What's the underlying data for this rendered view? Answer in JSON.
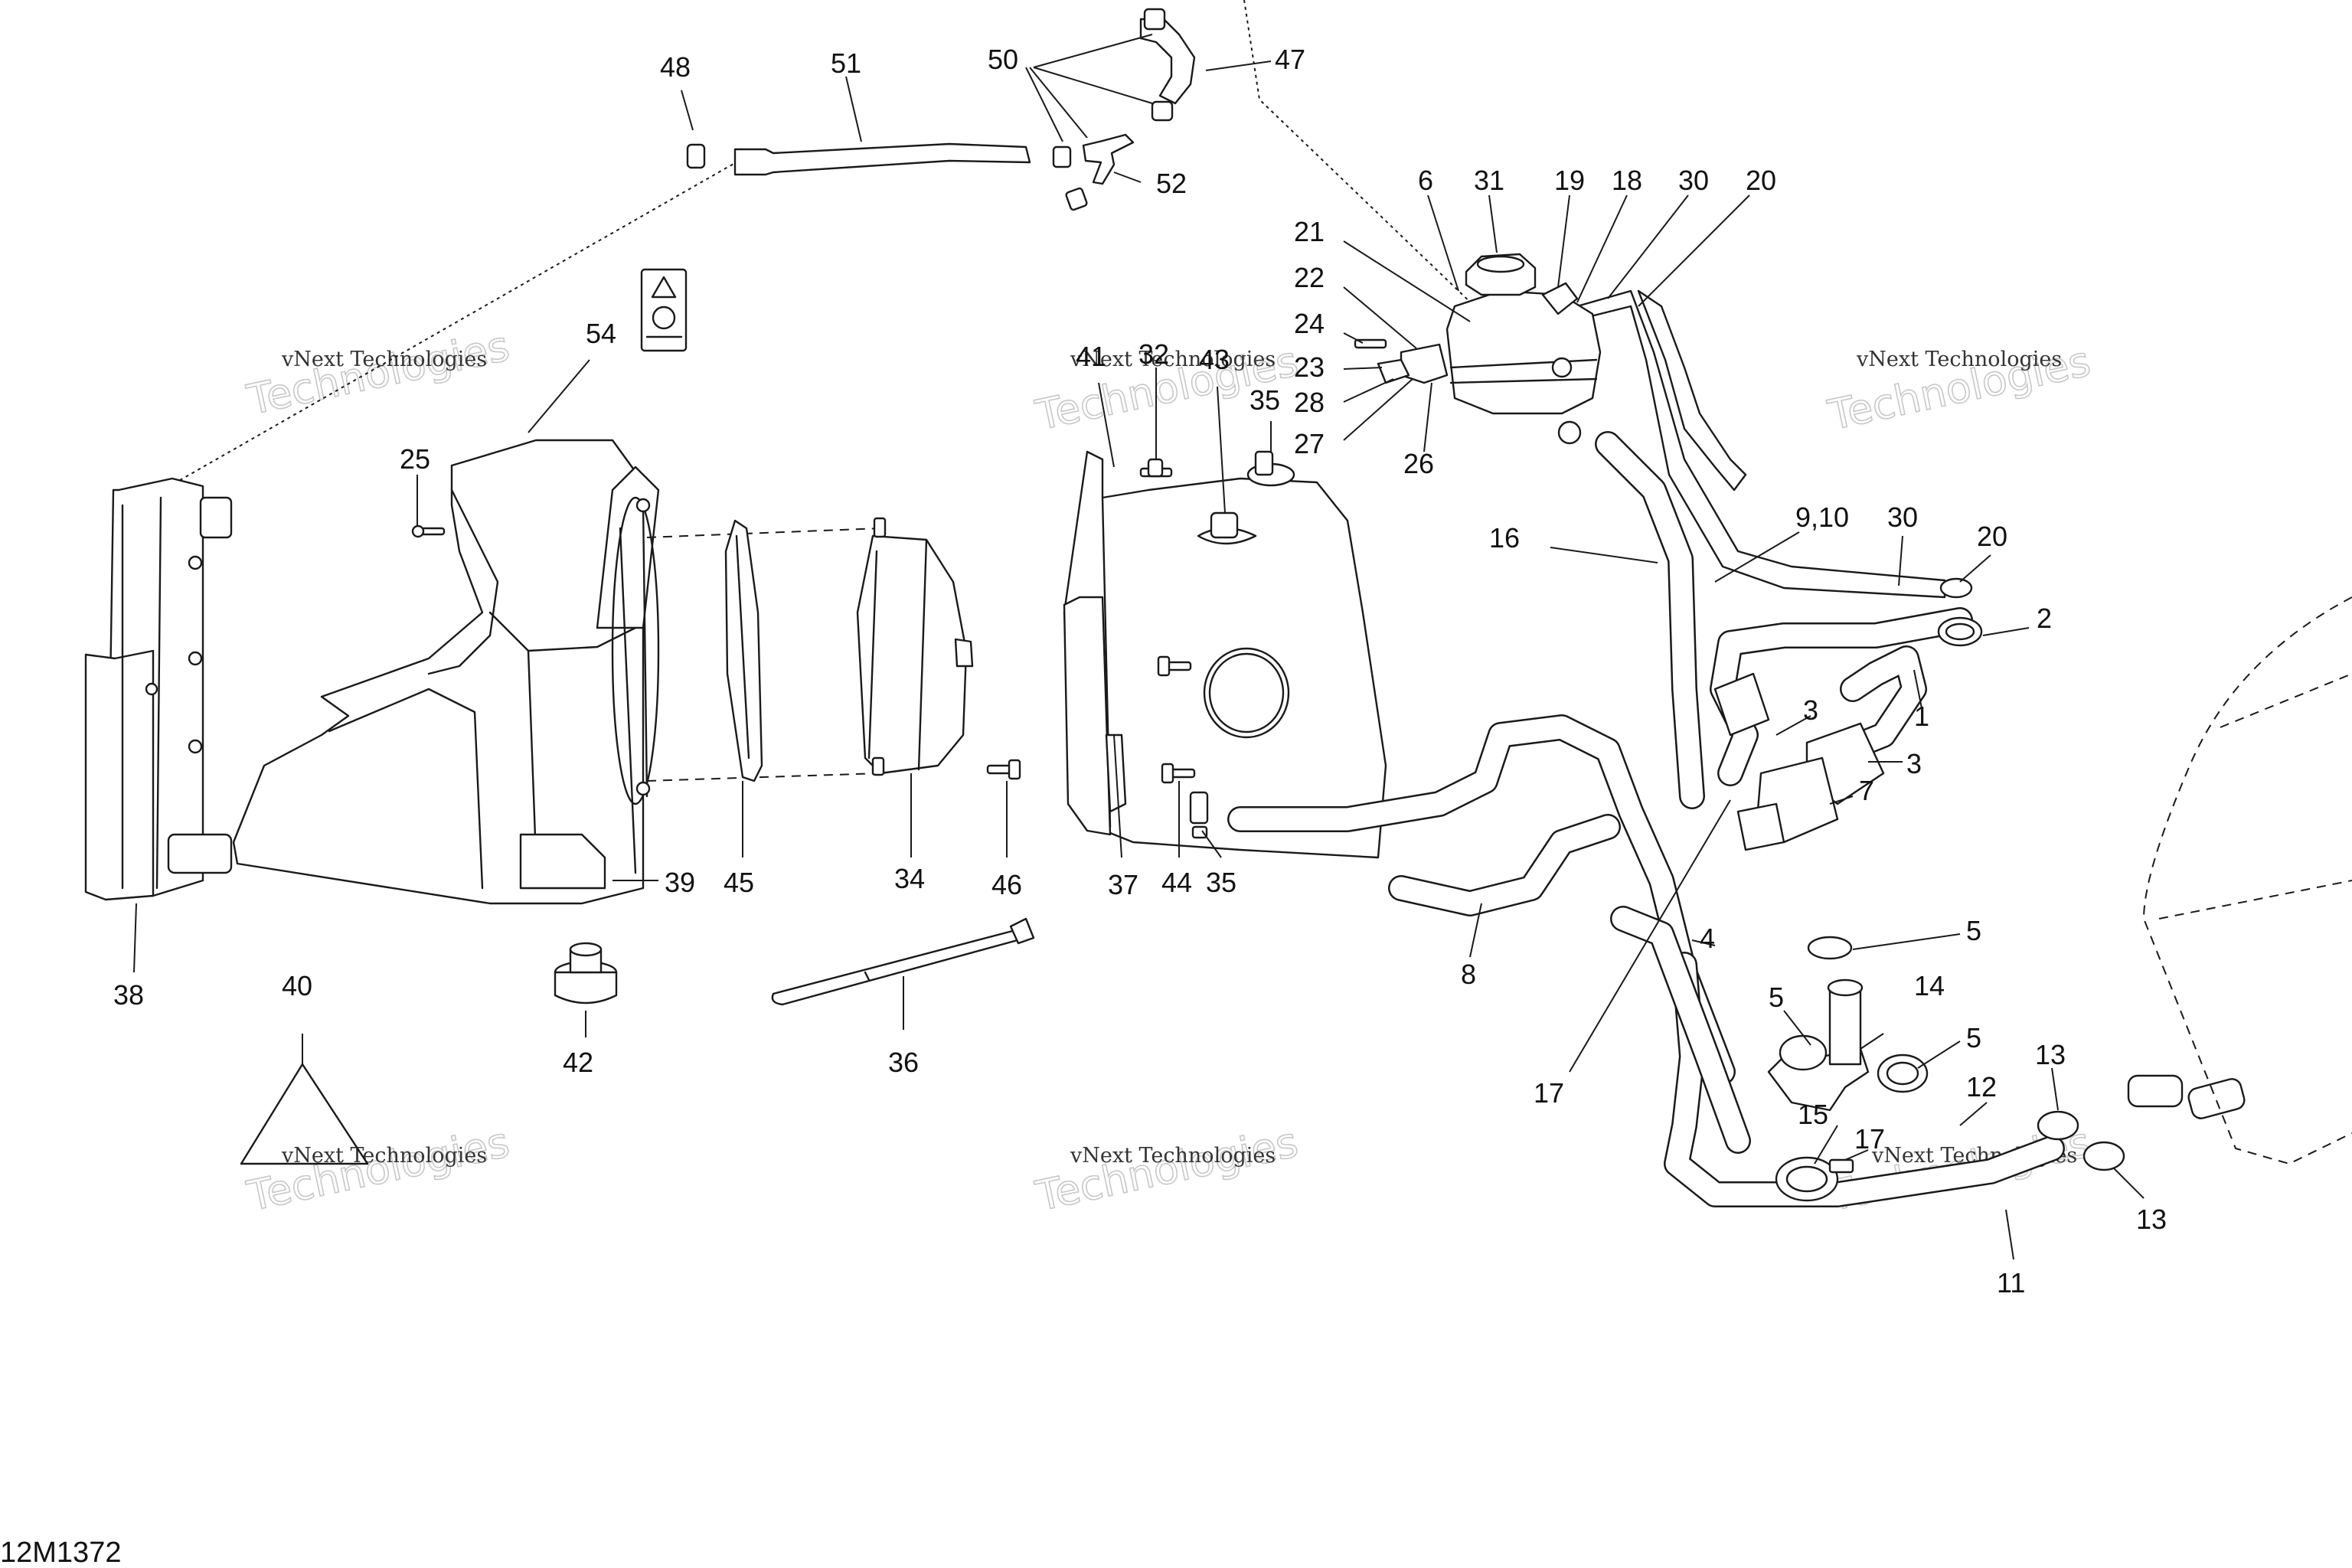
{
  "diagram": {
    "reference_code": "12M1372",
    "callouts": [
      {
        "id": "c48",
        "text": "48"
      },
      {
        "id": "c51",
        "text": "51"
      },
      {
        "id": "c50",
        "text": "50"
      },
      {
        "id": "c47",
        "text": "47"
      },
      {
        "id": "c52",
        "text": "52"
      },
      {
        "id": "c54",
        "text": "54"
      },
      {
        "id": "c25",
        "text": "25"
      },
      {
        "id": "c38",
        "text": "38"
      },
      {
        "id": "c39",
        "text": "39"
      },
      {
        "id": "c45",
        "text": "45"
      },
      {
        "id": "c34",
        "text": "34"
      },
      {
        "id": "c46",
        "text": "46"
      },
      {
        "id": "c42",
        "text": "42"
      },
      {
        "id": "c40",
        "text": "40"
      },
      {
        "id": "c36",
        "text": "36"
      },
      {
        "id": "c41",
        "text": "41"
      },
      {
        "id": "c32",
        "text": "32"
      },
      {
        "id": "c43",
        "text": "43"
      },
      {
        "id": "c35a",
        "text": "35"
      },
      {
        "id": "c37",
        "text": "37"
      },
      {
        "id": "c44",
        "text": "44"
      },
      {
        "id": "c35b",
        "text": "35"
      },
      {
        "id": "c6",
        "text": "6"
      },
      {
        "id": "c31",
        "text": "31"
      },
      {
        "id": "c19",
        "text": "19"
      },
      {
        "id": "c18",
        "text": "18"
      },
      {
        "id": "c30a",
        "text": "30"
      },
      {
        "id": "c20a",
        "text": "20"
      },
      {
        "id": "c21",
        "text": "21"
      },
      {
        "id": "c22",
        "text": "22"
      },
      {
        "id": "c24",
        "text": "24"
      },
      {
        "id": "c23",
        "text": "23"
      },
      {
        "id": "c28",
        "text": "28"
      },
      {
        "id": "c27",
        "text": "27"
      },
      {
        "id": "c26",
        "text": "26"
      },
      {
        "id": "c16",
        "text": "16"
      },
      {
        "id": "c910",
        "text": "9,10"
      },
      {
        "id": "c30b",
        "text": "30"
      },
      {
        "id": "c20b",
        "text": "20"
      },
      {
        "id": "c2",
        "text": "2"
      },
      {
        "id": "c1",
        "text": "1"
      },
      {
        "id": "c3a",
        "text": "3"
      },
      {
        "id": "c3b",
        "text": "3"
      },
      {
        "id": "c7",
        "text": "7"
      },
      {
        "id": "c8",
        "text": "8"
      },
      {
        "id": "c4",
        "text": "4"
      },
      {
        "id": "c5a",
        "text": "5"
      },
      {
        "id": "c5b",
        "text": "5"
      },
      {
        "id": "c14",
        "text": "14"
      },
      {
        "id": "c5c",
        "text": "5"
      },
      {
        "id": "c17a",
        "text": "17"
      },
      {
        "id": "c15",
        "text": "15"
      },
      {
        "id": "c17b",
        "text": "17"
      },
      {
        "id": "c12",
        "text": "12"
      },
      {
        "id": "c13a",
        "text": "13"
      },
      {
        "id": "c13b",
        "text": "13"
      },
      {
        "id": "c11",
        "text": "11"
      }
    ],
    "watermarks": [
      {
        "small": "vNext Technologies",
        "big": "Technologies"
      },
      {
        "small": "vNext Technologies",
        "big": "Technologies"
      },
      {
        "small": "vNext Technologies",
        "big": "Technologies"
      },
      {
        "small": "vNext Technologies",
        "big": "Technologies"
      },
      {
        "small": "vNext Technologies",
        "big": "Technologies"
      },
      {
        "small": "vNext Technologies",
        "big": "Technologies"
      }
    ],
    "colors": {
      "line": "#1a1a1a",
      "watermark": "#c8c8c8",
      "background": "#ffffff"
    }
  }
}
